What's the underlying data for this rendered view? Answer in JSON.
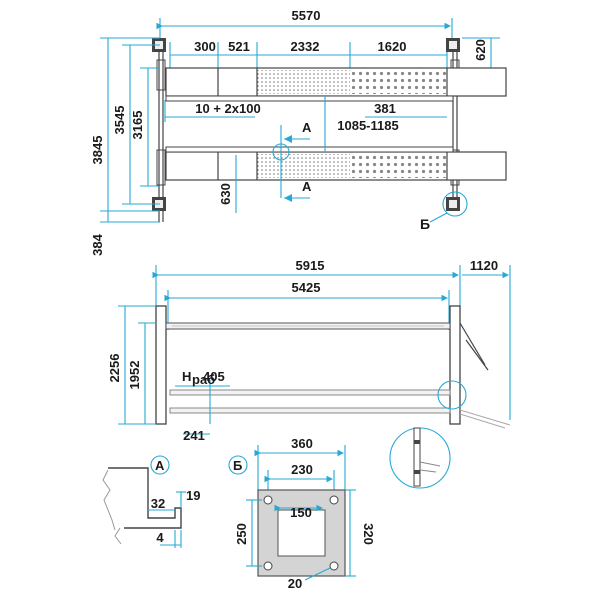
{
  "top_view": {
    "overall_width": "5570",
    "seg_300": "300",
    "seg_521": "521",
    "seg_2332": "2332",
    "seg_1620": "1620",
    "right_620": "620",
    "h_3845": "3845",
    "h_3545": "3545",
    "h_3165": "3165",
    "h_384": "384",
    "step_text": "10 + 2x100",
    "d_381": "381",
    "track_range": "1085-1185",
    "d_630": "630",
    "section_a_top": "A",
    "section_a_bot": "A",
    "detail_b": "Б"
  },
  "side_view": {
    "w_5915": "5915",
    "w_5425": "5425",
    "w_1120": "1120",
    "h_2256": "2256",
    "h_1952": "1952",
    "h_rab_prefix": "H",
    "h_rab_sub": "раб",
    "h_rab_val": "405",
    "d_241": "241"
  },
  "detail_a": {
    "label": "A",
    "d_19": "19",
    "d_32": "32",
    "d_4": "4"
  },
  "detail_b": {
    "label": "Б",
    "d_360": "360",
    "d_230": "230",
    "d_150": "150",
    "d_250": "250",
    "d_320": "320",
    "d_20": "20"
  },
  "colors": {
    "dimension": "#27a9d6",
    "structure": "#444444"
  }
}
